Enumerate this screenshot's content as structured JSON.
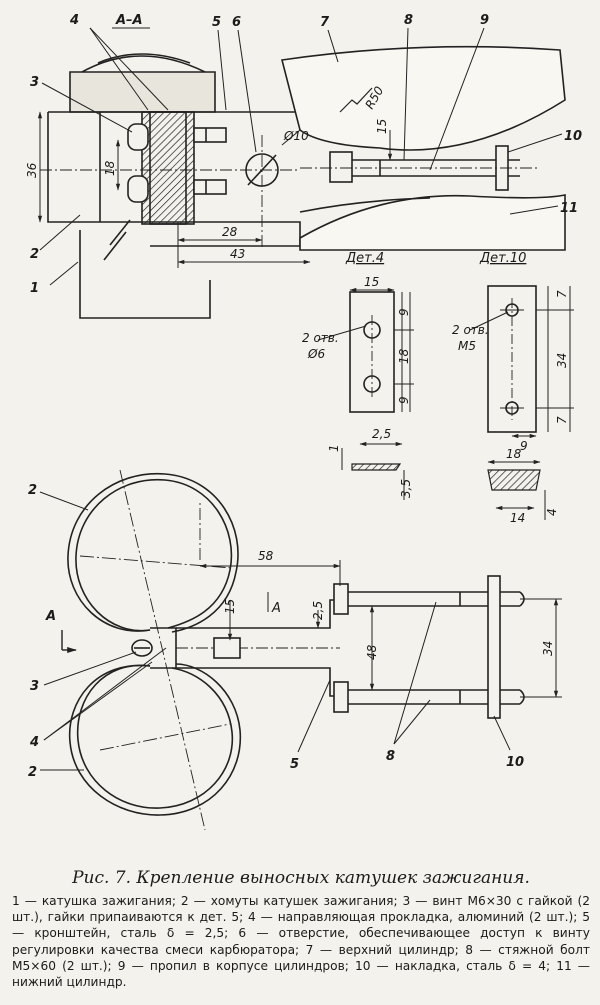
{
  "section_label": "А–А",
  "view_label": "А",
  "part_labels": {
    "p1": "1",
    "p2": "2",
    "p3": "3",
    "p4": "4",
    "p5": "5",
    "p6": "6",
    "p7": "7",
    "p8": "8",
    "p9": "9",
    "p10": "10",
    "p11": "11"
  },
  "dims_top": {
    "r50": "R50",
    "d10": "Ø10",
    "h15": "15",
    "h36": "36",
    "h18": "18",
    "w28": "28",
    "w43": "43"
  },
  "det4": {
    "title": "Дет.4",
    "w15": "15",
    "h9a": "9",
    "h18": "18",
    "h9b": "9",
    "holes_line1": "2 отв.",
    "holes_line2": "Ø6",
    "w25": "2,5",
    "h1": "1",
    "h35": "3,5"
  },
  "det10": {
    "title": "Дет.10",
    "h7a": "7",
    "h34": "34",
    "h7b": "7",
    "w9": "9",
    "holes_line1": "2 отв.",
    "holes_line2": "М5",
    "w18": "18",
    "w14": "14",
    "h4": "4"
  },
  "dims_bottom": {
    "w58": "58",
    "h15": "15",
    "h25": "2,5",
    "h48": "48",
    "h34": "34",
    "sec_a": "А"
  },
  "caption": {
    "title": "Рис. 7. Крепление выносных катушек зажигания.",
    "text": "1 — катушка зажигания; 2 — хомуты катушек зажигания; 3 — винт М6×30 с гайкой (2 шт.), гайки припаиваются к дет. 5; 4 — направляющая прокладка, алюминий (2 шт.); 5 — кронштейн, сталь δ = 2,5; 6 — отверстие, обеспечивающее доступ к винту регулировки качества смеси карбюратора; 7 — верхний цилиндр; 8 — стяжной болт М5×60 (2 шт.); 9 — пропил в корпусе цилиндров; 10 — накладка, сталь δ = 4; 11 — нижний цилиндр."
  }
}
